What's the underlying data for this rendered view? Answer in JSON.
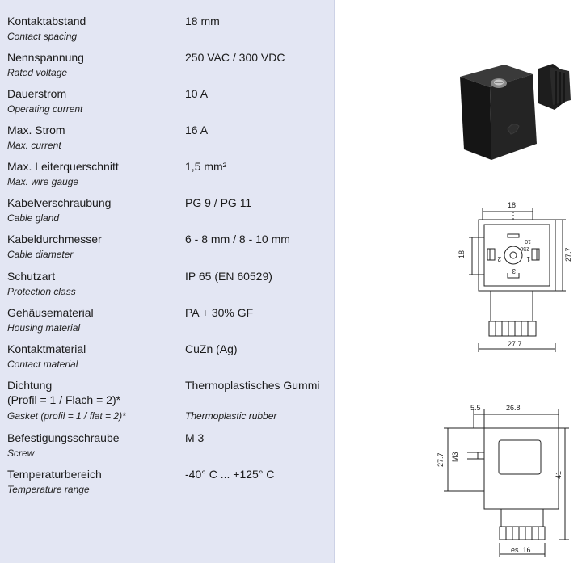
{
  "specs": [
    {
      "de": "Kontaktabstand",
      "en": "Contact spacing",
      "value": "18 mm"
    },
    {
      "de": "Nennspannung",
      "en": "Rated voltage",
      "value": "250 VAC / 300 VDC"
    },
    {
      "de": "Dauerstrom",
      "en": "Operating current",
      "value": "10 A"
    },
    {
      "de": "Max. Strom",
      "en": "Max. current",
      "value": "16 A"
    },
    {
      "de": "Max. Leiterquerschnitt",
      "en": "Max. wire gauge",
      "value": "1,5 mm²"
    },
    {
      "de": "Kabelverschraubung",
      "en": "Cable gland",
      "value": "PG 9 / PG 11"
    },
    {
      "de": "Kabeldurchmesser",
      "en": "Cable diameter",
      "value": "6 - 8 mm / 8 - 10 mm"
    },
    {
      "de": "Schutzart",
      "en": "Protection class",
      "value": "IP 65 (EN 60529)"
    },
    {
      "de": "Gehäusematerial",
      "en": "Housing material",
      "value": "PA + 30% GF"
    },
    {
      "de": "Kontaktmaterial",
      "en": "Contact material",
      "value": "CuZn (Ag)"
    },
    {
      "de": "Dichtung",
      "de2": "(Profil = 1 / Flach = 2)*",
      "en": "Gasket (profil = 1 / flat = 2)*",
      "value": "Thermoplastisches Gummi",
      "value_en": "Thermoplastic rubber"
    },
    {
      "de": "Befestigungsschraube",
      "en": "Screw",
      "value": "M 3"
    },
    {
      "de": "Temperaturbereich",
      "en": "Temperature range",
      "value": "-40° C  ...  +125° C"
    }
  ],
  "drawings": {
    "front": {
      "top_width": "18",
      "side_height": "18",
      "right_height": "27.7",
      "bottom_width": "27.7",
      "contact_1": "1",
      "contact_2": "2",
      "contact_3": "3",
      "tiny_a": "250",
      "tiny_b": "10"
    },
    "side": {
      "screw_offset": "5.5",
      "body_width": "26.8",
      "left_height": "27.7",
      "screw_label": "M3",
      "total_height": "41",
      "gland_label": "es. 16"
    }
  }
}
